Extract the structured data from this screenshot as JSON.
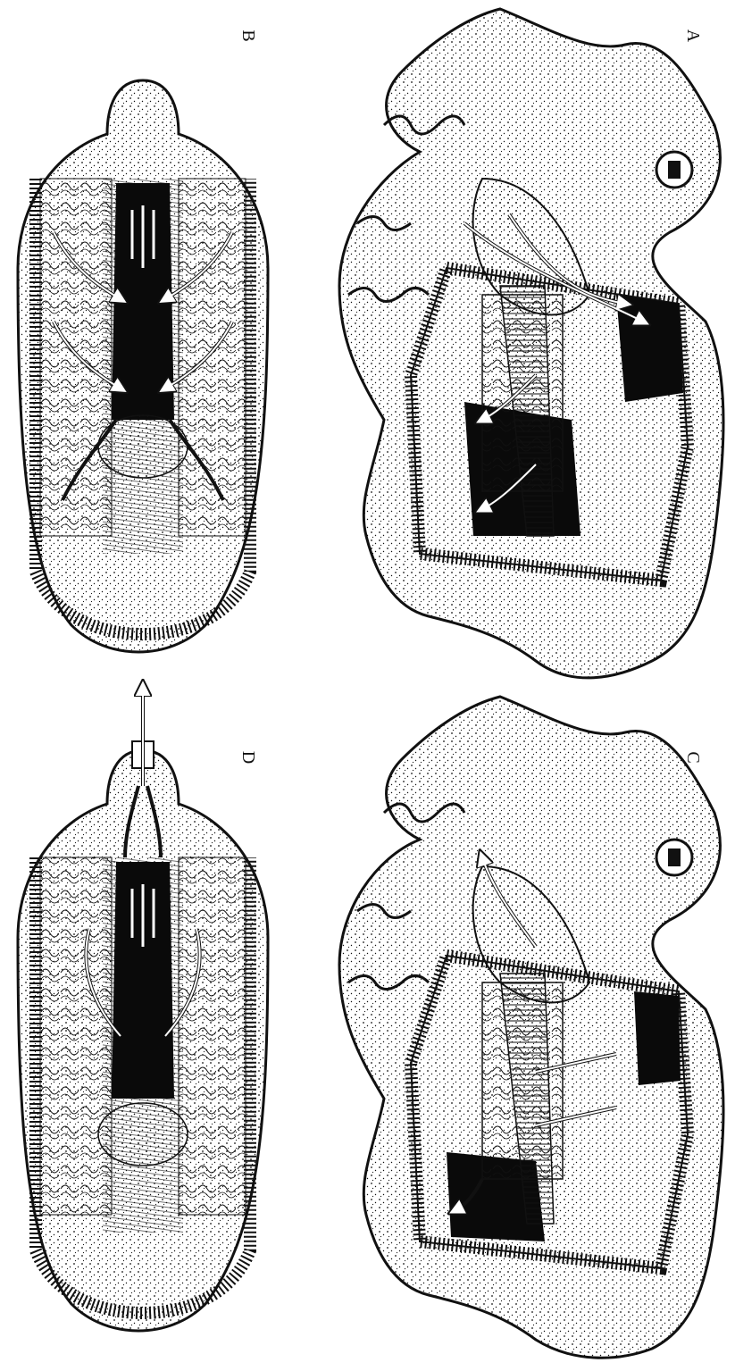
{
  "figure": {
    "panels": [
      {
        "id": "A",
        "label": "A"
      },
      {
        "id": "B",
        "label": "B"
      },
      {
        "id": "C",
        "label": "C"
      },
      {
        "id": "D",
        "label": "D"
      }
    ],
    "colors": {
      "ink": "#111111",
      "paper": "#ffffff",
      "cavity": "#0a0a0a"
    }
  }
}
